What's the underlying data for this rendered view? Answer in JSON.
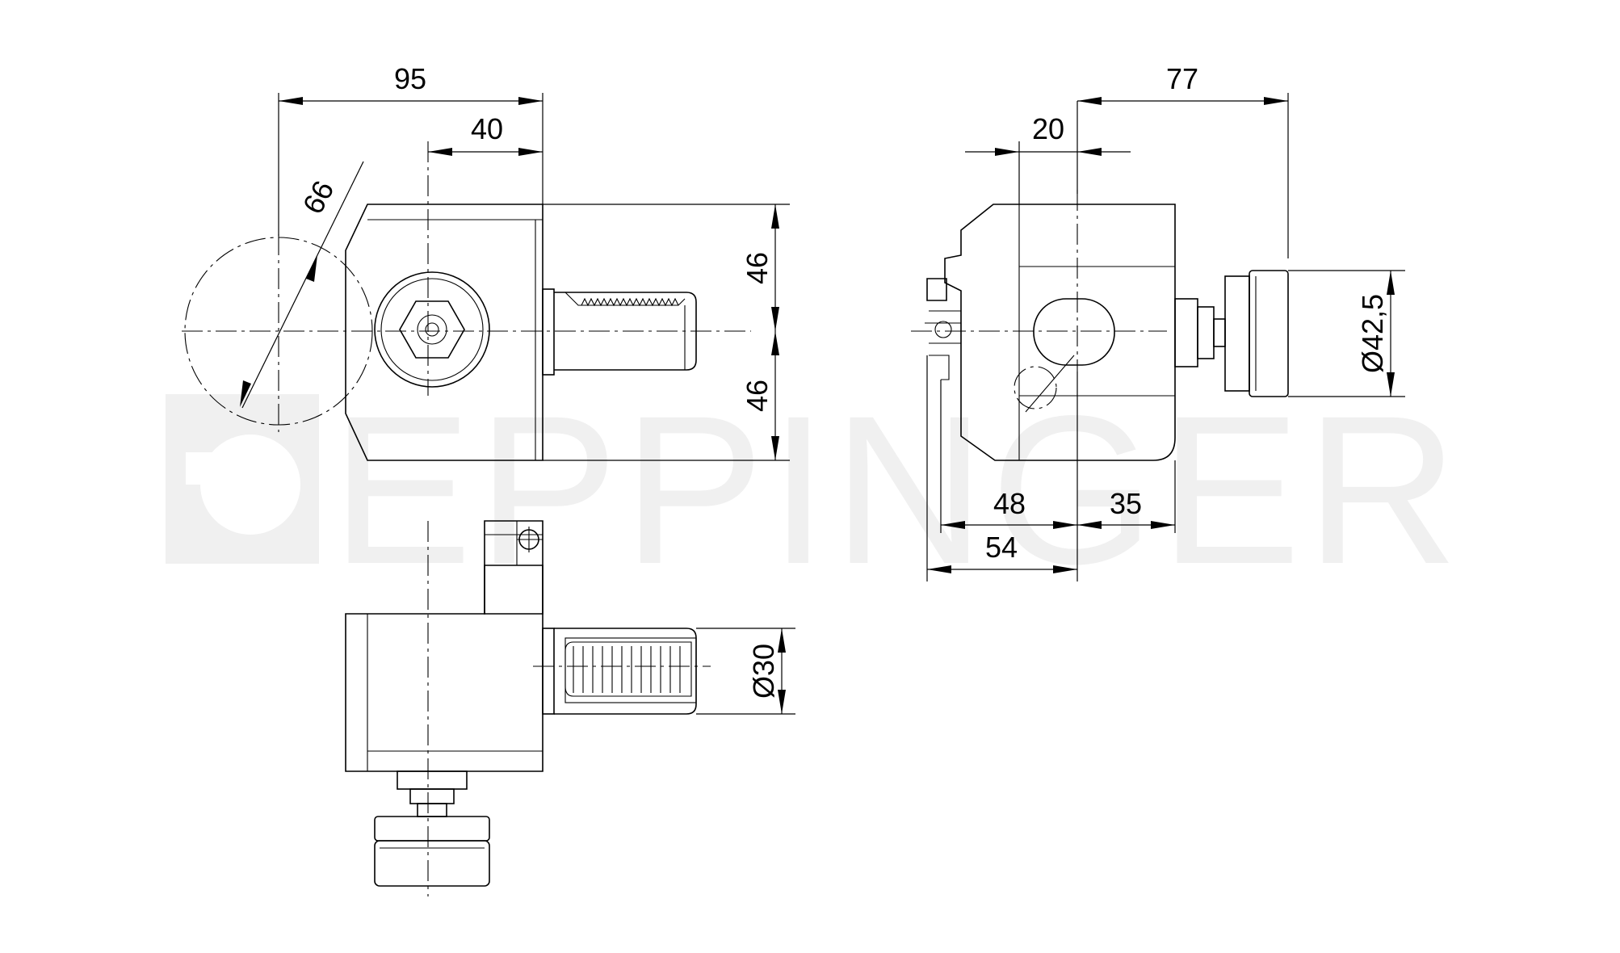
{
  "watermark": {
    "text": "EPPINGER",
    "color": "#eeeeee"
  },
  "dimensions": {
    "front_width": "95",
    "front_center_offset": "40",
    "front_diameter": "66",
    "front_height_top": "46",
    "front_height_bottom": "46",
    "side_total_right": "77",
    "side_offset": "20",
    "side_bottom_left": "48",
    "side_bottom_right": "35",
    "side_bottom_total": "54",
    "side_roller_diameter": "Ø42,5",
    "top_shank_diameter": "Ø30"
  },
  "colors": {
    "lines": "#000000",
    "background": "#ffffff"
  }
}
